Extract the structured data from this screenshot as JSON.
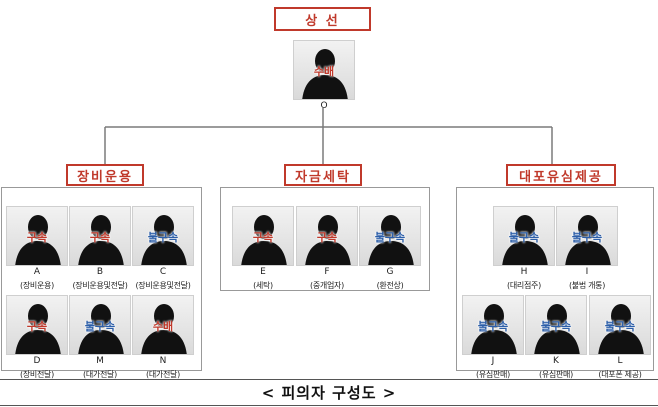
{
  "top": {
    "title": "상 선",
    "person": {
      "letter": "O",
      "status": "수배",
      "status_color": "red",
      "role": ""
    }
  },
  "groups": [
    {
      "title": "장비운용",
      "people": [
        {
          "letter": "A",
          "status": "구속",
          "status_color": "red",
          "role": "(장비운용)"
        },
        {
          "letter": "B",
          "status": "구속",
          "status_color": "red",
          "role": "(장비운용및전달)"
        },
        {
          "letter": "C",
          "status": "불구속",
          "status_color": "blue",
          "role": "(장비운용및전달)"
        },
        {
          "letter": "D",
          "status": "구속",
          "status_color": "red",
          "role": "(장비전달)"
        },
        {
          "letter": "M",
          "status": "불구속",
          "status_color": "blue",
          "role": "(대가전달)"
        },
        {
          "letter": "N",
          "status": "수배",
          "status_color": "red",
          "role": "(대가전달)"
        }
      ]
    },
    {
      "title": "자금세탁",
      "people": [
        {
          "letter": "E",
          "status": "구속",
          "status_color": "red",
          "role": "(세탁)"
        },
        {
          "letter": "F",
          "status": "구속",
          "status_color": "red",
          "role": "(중개업자)"
        },
        {
          "letter": "G",
          "status": "불구속",
          "status_color": "blue",
          "role": "(환전상)"
        }
      ]
    },
    {
      "title": "대포유심제공",
      "people": [
        {
          "letter": "H",
          "status": "불구속",
          "status_color": "blue",
          "role": "(대리점주)"
        },
        {
          "letter": "I",
          "status": "불구속",
          "status_color": "blue",
          "role": "(불법 개통)"
        },
        {
          "letter": "J",
          "status": "불구속",
          "status_color": "blue",
          "role": "(유심판매)"
        },
        {
          "letter": "K",
          "status": "불구속",
          "status_color": "blue",
          "role": "(유심판매)"
        },
        {
          "letter": "L",
          "status": "불구속",
          "status_color": "blue",
          "role": "(대포폰 제공)"
        }
      ]
    }
  ],
  "caption": "< 피의자 구성도 >",
  "colors": {
    "red": "#c0392b",
    "blue": "#2c5ea8",
    "border": "#999999"
  }
}
